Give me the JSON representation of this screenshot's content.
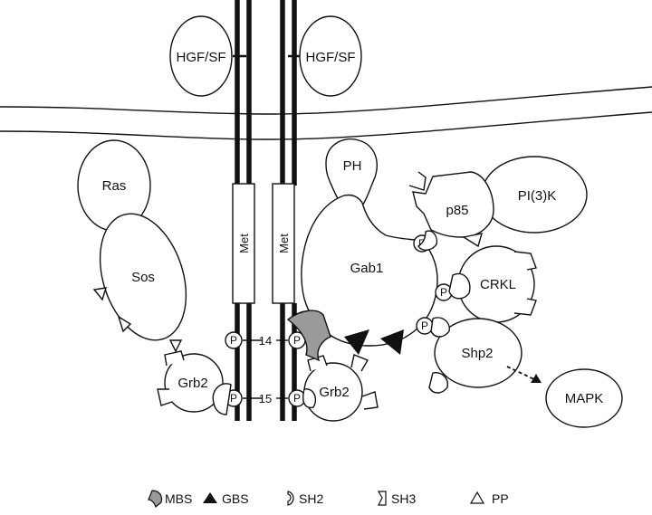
{
  "ligands": {
    "left": "HGF/SF",
    "right": "HGF/SF"
  },
  "receptor": {
    "left": "Met",
    "right": "Met"
  },
  "phospho": {
    "symbol": "P",
    "site_14": "14",
    "site_15": "15"
  },
  "proteins": {
    "ras": "Ras",
    "sos": "Sos",
    "grb2_left": "Grb2",
    "grb2_right": "Grb2",
    "ph": "PH",
    "gab1": "Gab1",
    "p85": "p85",
    "pi3k": "PI(3)K",
    "crkl": "CRKL",
    "shp2": "Shp2",
    "mapk": "MAPK"
  },
  "legend": {
    "mbs": "MBS",
    "gbs": "GBS",
    "sh2": "SH2",
    "sh3": "SH3",
    "pp": "PP"
  },
  "colors": {
    "line": "#111111",
    "mbs_fill": "#9a9a9a",
    "background": "#ffffff"
  }
}
